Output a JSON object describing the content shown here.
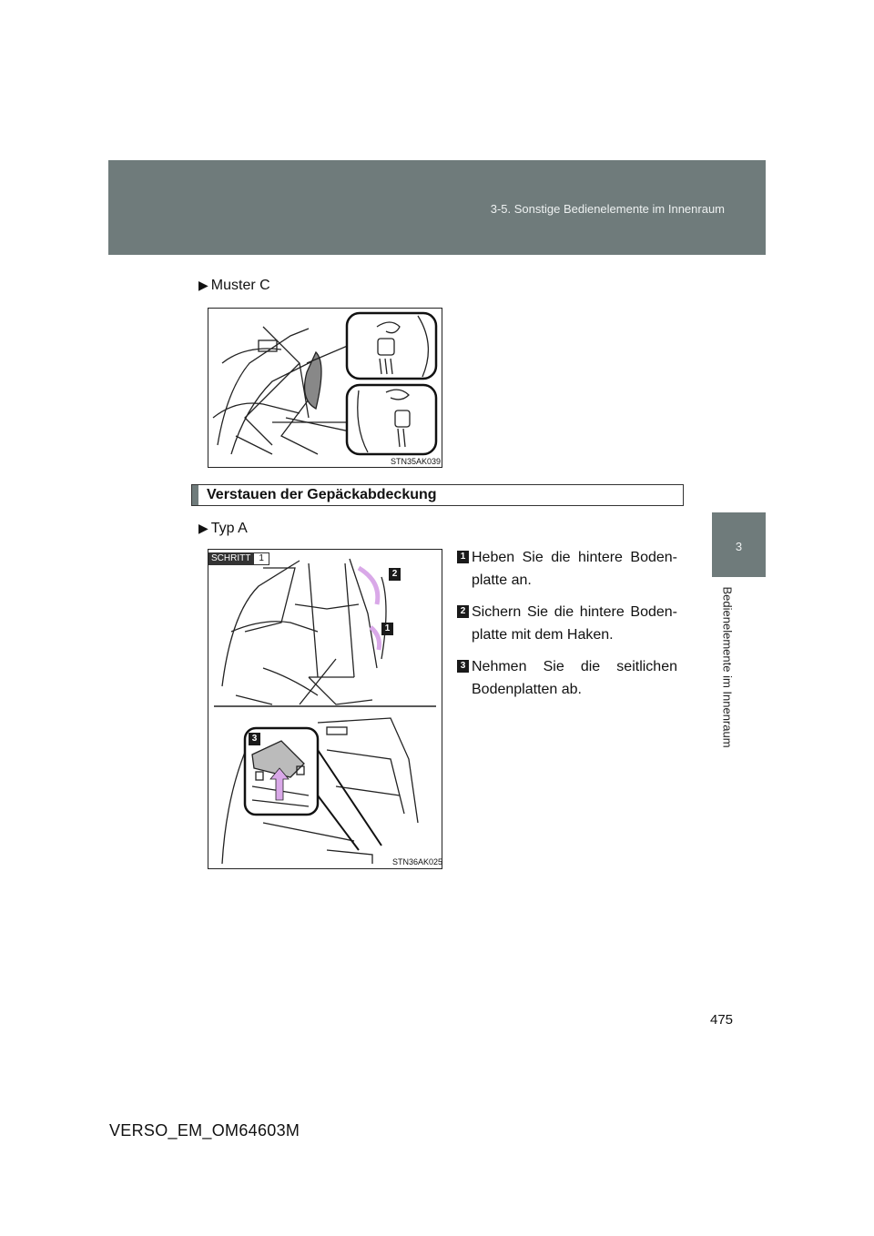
{
  "header": {
    "section_title": "3-5. Sonstige Bedienelemente im Innenraum",
    "band_color": "#6f7b7b"
  },
  "side_tab": {
    "chapter_number": "3",
    "chapter_label": "Bedienelemente im Innenraum"
  },
  "pattern_label": "Muster C",
  "figure1": {
    "code": "STN35AK039",
    "icon": "luggage-cover-storage-illustration"
  },
  "section": {
    "title": "Verstauen der Gepäckabdeckung"
  },
  "type_label": "Typ A",
  "figure2": {
    "step_badge_label": "SCHRITT",
    "step_badge_number": "1",
    "callouts": [
      "2",
      "1",
      "3"
    ],
    "code": "STN36AK025",
    "arrow_color": "#d9a8e8"
  },
  "steps": [
    {
      "number": "1",
      "text": "Heben Sie die hintere Boden­platte an."
    },
    {
      "number": "2",
      "text": "Sichern Sie die hintere Boden­platte mit dem Haken."
    },
    {
      "number": "3",
      "text": "Nehmen Sie die seitlichen Bodenplatten ab."
    }
  ],
  "page_number": "475",
  "document_id": "VERSO_EM_OM64603M"
}
